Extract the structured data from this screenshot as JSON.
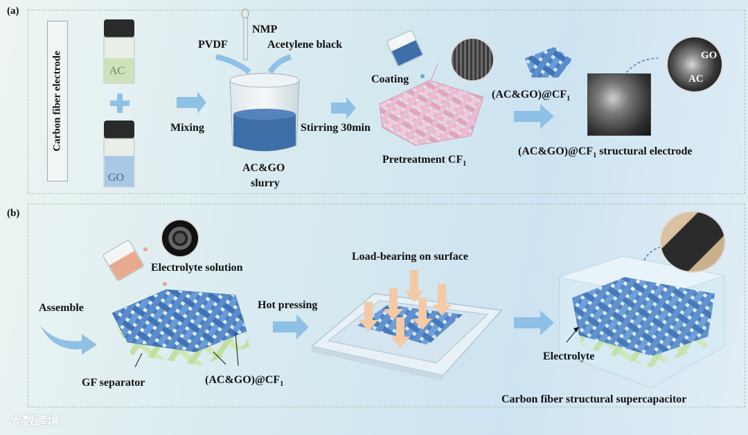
{
  "panel_a": {
    "label": "(a)",
    "vertical_title": "Carbon fiber electrode",
    "vial_ac": "AC",
    "vial_go": "GO",
    "mixing": "Mixing",
    "pvdf": "PVDF",
    "nmp": "NMP",
    "acetylene": "Acetylene black",
    "slurry_line1": "AC&GO",
    "slurry_line2": "slurry",
    "stirring": "Stirring 30min",
    "coating": "Coating",
    "pretreatment": "Pretreatment CF",
    "pretreatment_sub": "1",
    "acgo_cf": "(AC&GO)@CF",
    "acgo_cf_sub": "1",
    "structural": "(AC&GO)@CF",
    "structural_sub": "1",
    "structural_suffix": " structural electrode",
    "inset_go": "GO",
    "inset_ac": "AC"
  },
  "panel_b": {
    "label": "(b)",
    "electrolyte_solution": "Electrolyte solution",
    "assemble": "Assemble",
    "hot_pressing": "Hot pressing",
    "gf_separator": "GF separator",
    "acgo_cf": "(AC&GO)@CF",
    "acgo_cf_sub": "1",
    "load_bearing": "Load-bearing on surface",
    "electrolyte": "Electrolyte",
    "supercapacitor": "Carbon fiber structural supercapacitor"
  },
  "watermark": "大数跨境",
  "colors": {
    "fiber_blue": "#4a7fc4",
    "fiber_pink": "#e8b6cc",
    "separator_green": "#cfe7b5",
    "arrow_blue": "#8fc0e6",
    "slurry_blue": "#3e6ea8",
    "pressing_arrow": "#f4c9a6"
  }
}
